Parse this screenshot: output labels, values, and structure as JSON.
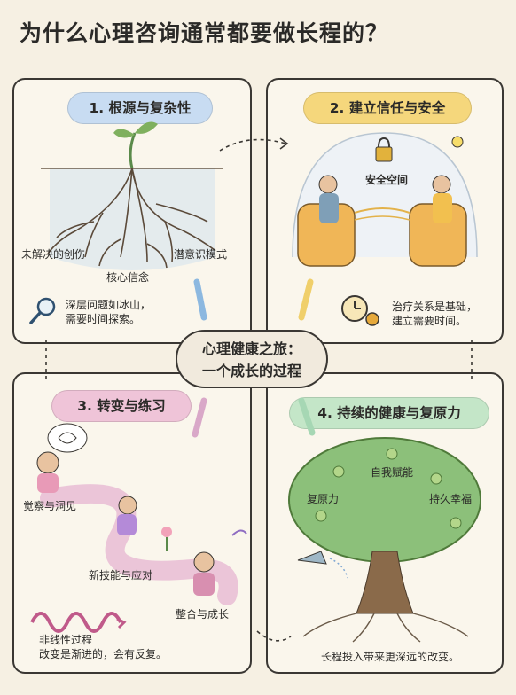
{
  "title": "为什么心理咨询通常都要做长程的？",
  "center": {
    "line1": "心理健康之旅：",
    "line2": "一个成长的过程"
  },
  "panel1": {
    "header": "1. 根源与复杂性",
    "labels": {
      "left": "未解决的创伤",
      "bottom": "核心信念",
      "right": "潜意识模式"
    },
    "note": [
      "深层问题如冰山，",
      "需要时间探索。"
    ]
  },
  "panel2": {
    "header": "2. 建立信任与安全",
    "space": "安全空间",
    "note": [
      "治疗关系是基础，",
      "建立需要时间。"
    ]
  },
  "panel3": {
    "header": "3. 转变与练习",
    "labels": {
      "insight": "觉察与洞见",
      "skills": "新技能与应对",
      "integrate": "整合与成长"
    },
    "note": [
      "非线性过程",
      "改变是渐进的，会有反复。"
    ]
  },
  "panel4": {
    "header": "4. 持续的健康与复原力",
    "labels": {
      "top": "自我赋能",
      "left": "复原力",
      "right": "持久幸福"
    },
    "note": "长程投入带来更深远的改变。"
  }
}
